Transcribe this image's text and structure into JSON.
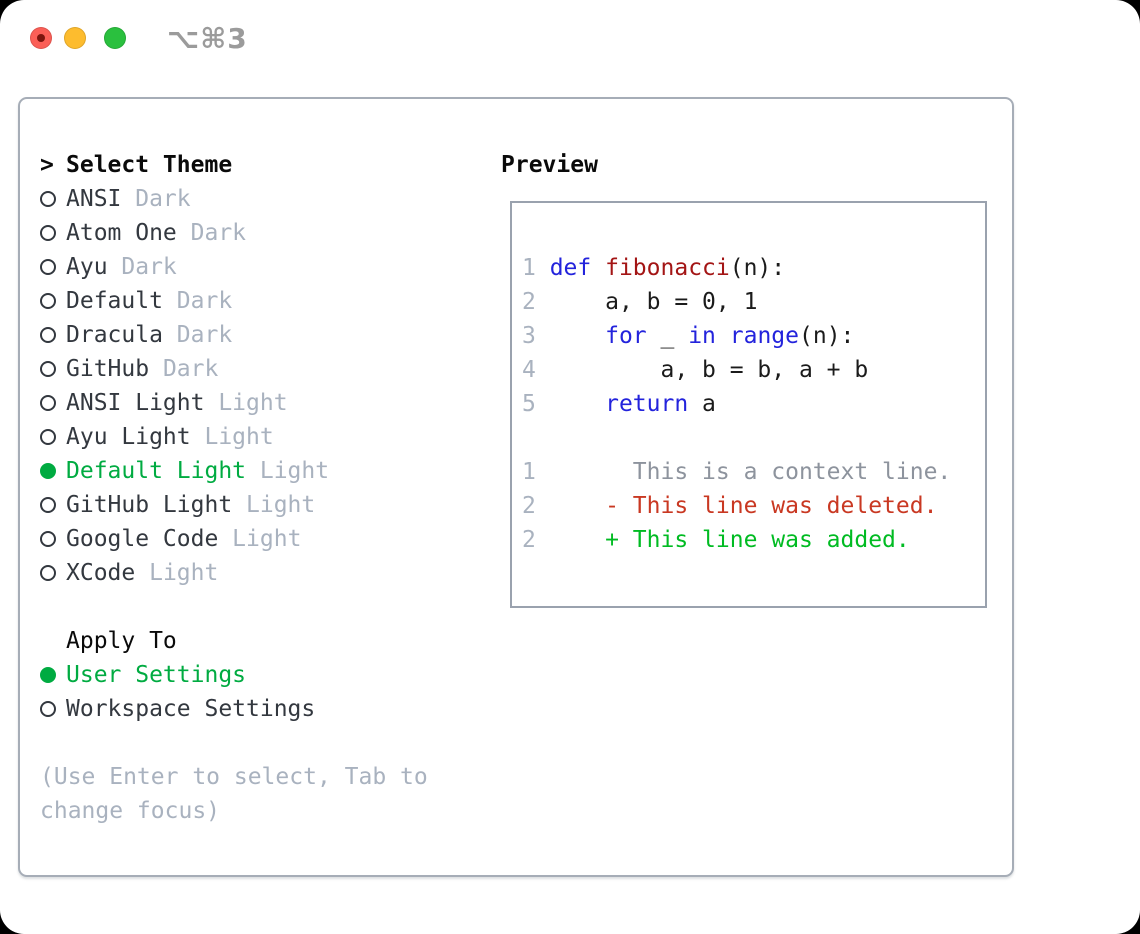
{
  "titlebar": {
    "title": "⌥⌘3",
    "buttons": [
      "close",
      "minimize",
      "zoom"
    ]
  },
  "left_panel": {
    "heading_pointer": ">",
    "heading": "Select Theme",
    "themes": [
      {
        "name": "ANSI",
        "variant": "Dark",
        "selected": false
      },
      {
        "name": "Atom One",
        "variant": "Dark",
        "selected": false
      },
      {
        "name": "Ayu",
        "variant": "Dark",
        "selected": false
      },
      {
        "name": "Default",
        "variant": "Dark",
        "selected": false
      },
      {
        "name": "Dracula",
        "variant": "Dark",
        "selected": false
      },
      {
        "name": "GitHub",
        "variant": "Dark",
        "selected": false
      },
      {
        "name": "ANSI Light",
        "variant": "Light",
        "selected": false
      },
      {
        "name": "Ayu Light",
        "variant": "Light",
        "selected": false
      },
      {
        "name": "Default Light",
        "variant": "Light",
        "selected": true
      },
      {
        "name": "GitHub Light",
        "variant": "Light",
        "selected": false
      },
      {
        "name": "Google Code",
        "variant": "Light",
        "selected": false
      },
      {
        "name": "XCode",
        "variant": "Light",
        "selected": false
      }
    ],
    "apply_to": {
      "heading": "Apply To",
      "options": [
        {
          "name": "User Settings",
          "selected": true
        },
        {
          "name": "Workspace Settings",
          "selected": false
        }
      ]
    },
    "help_lines": [
      "(Use Enter to select, Tab to",
      "change focus)"
    ]
  },
  "preview": {
    "heading": "Preview",
    "code_lines": [
      [
        {
          "c": "ln",
          "t": "1 "
        },
        {
          "c": "kw",
          "t": "def"
        },
        {
          "c": "pl",
          "t": " "
        },
        {
          "c": "fn",
          "t": "fibonacci"
        },
        {
          "c": "pl",
          "t": "(n):"
        }
      ],
      [
        {
          "c": "ln",
          "t": "2 "
        },
        {
          "c": "pl",
          "t": "    a, b = 0, 1"
        }
      ],
      [
        {
          "c": "ln",
          "t": "3 "
        },
        {
          "c": "pl",
          "t": "    "
        },
        {
          "c": "kw",
          "t": "for"
        },
        {
          "c": "pl",
          "t": " _ "
        },
        {
          "c": "kw",
          "t": "in"
        },
        {
          "c": "pl",
          "t": " "
        },
        {
          "c": "kw",
          "t": "range"
        },
        {
          "c": "pl",
          "t": "(n):"
        }
      ],
      [
        {
          "c": "ln",
          "t": "4 "
        },
        {
          "c": "pl",
          "t": "        a, b = b, a + b"
        }
      ],
      [
        {
          "c": "ln",
          "t": "5 "
        },
        {
          "c": "pl",
          "t": "    "
        },
        {
          "c": "kw",
          "t": "return"
        },
        {
          "c": "pl",
          "t": " a"
        }
      ]
    ],
    "diff_lines": [
      [
        {
          "c": "ln",
          "t": "1"
        },
        {
          "c": "ctx",
          "t": "       This is a context line."
        }
      ],
      [
        {
          "c": "ln",
          "t": "2"
        },
        {
          "c": "del",
          "t": "     - This line was deleted."
        }
      ],
      [
        {
          "c": "ln",
          "t": "2"
        },
        {
          "c": "add",
          "t": "     + This line was added."
        }
      ]
    ]
  },
  "colors": {
    "screen_bg": "#ffffff",
    "heading_black": "#0a0a0a",
    "text_primary": "#33383f",
    "muted": "#a9b2bf",
    "selected_green": "#00ab41",
    "diff_add": "#00bb22",
    "diff_del": "#c93822",
    "keyword": "#2323dc",
    "function": "#a31515",
    "code_text": "#1b1b1b",
    "line_no": "#a9b2bf",
    "context": "#8d939d",
    "window_border": "#a6adb7",
    "box_border": "#9aa2ae",
    "titlebar_text": "#9b9b9b",
    "tl_red": "#fb5f57",
    "tl_red_dot": "#7c150e",
    "tl_yellow": "#fdbc2e",
    "tl_green": "#2ac03e"
  }
}
